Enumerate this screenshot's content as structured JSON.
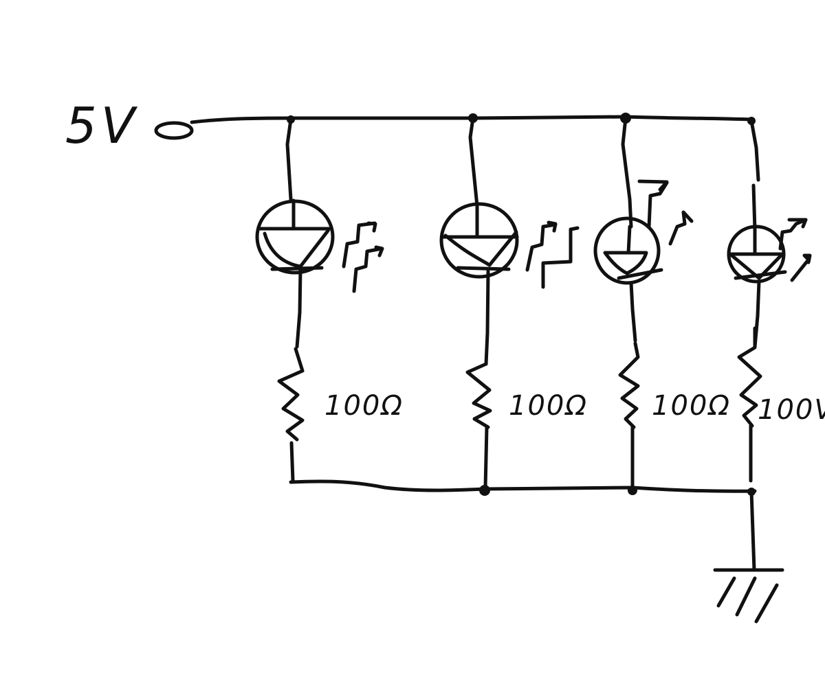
{
  "supply": {
    "label": "5V"
  },
  "branches": [
    {
      "component": "led",
      "resistor_label": "100Ω"
    },
    {
      "component": "led",
      "resistor_label": "100Ω"
    },
    {
      "component": "led",
      "resistor_label": "100Ω"
    },
    {
      "component": "led",
      "resistor_label": "100V"
    }
  ],
  "ground": {
    "symbol": "ground-icon"
  },
  "colors": {
    "ink": "#111111",
    "paper": "#ffffff"
  }
}
